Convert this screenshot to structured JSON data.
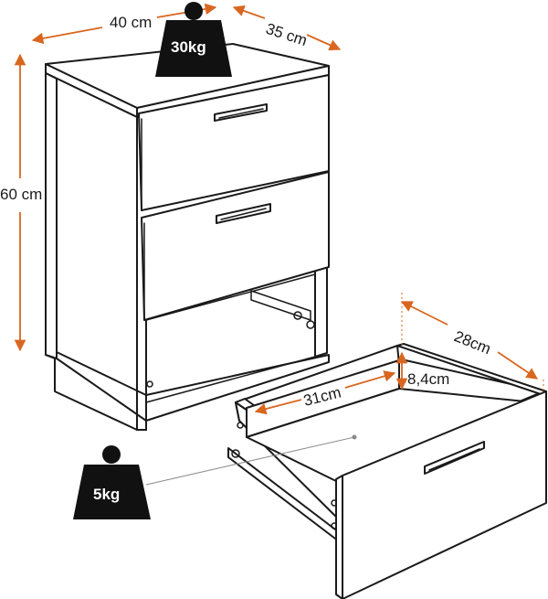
{
  "dimensions": {
    "width": "40 cm",
    "depth": "35 cm",
    "height": "60 cm",
    "drawer_depth": "28cm",
    "drawer_height": "8,4cm",
    "drawer_length": "31cm"
  },
  "weights": {
    "top_load": "30kg",
    "drawer_load": "5kg"
  },
  "colors": {
    "dimension_line": "#d9661f",
    "outline": "#1a1a1a",
    "weight_icon": "#111111"
  },
  "icons": [
    "weight-icon",
    "drawer-handle-icon"
  ]
}
